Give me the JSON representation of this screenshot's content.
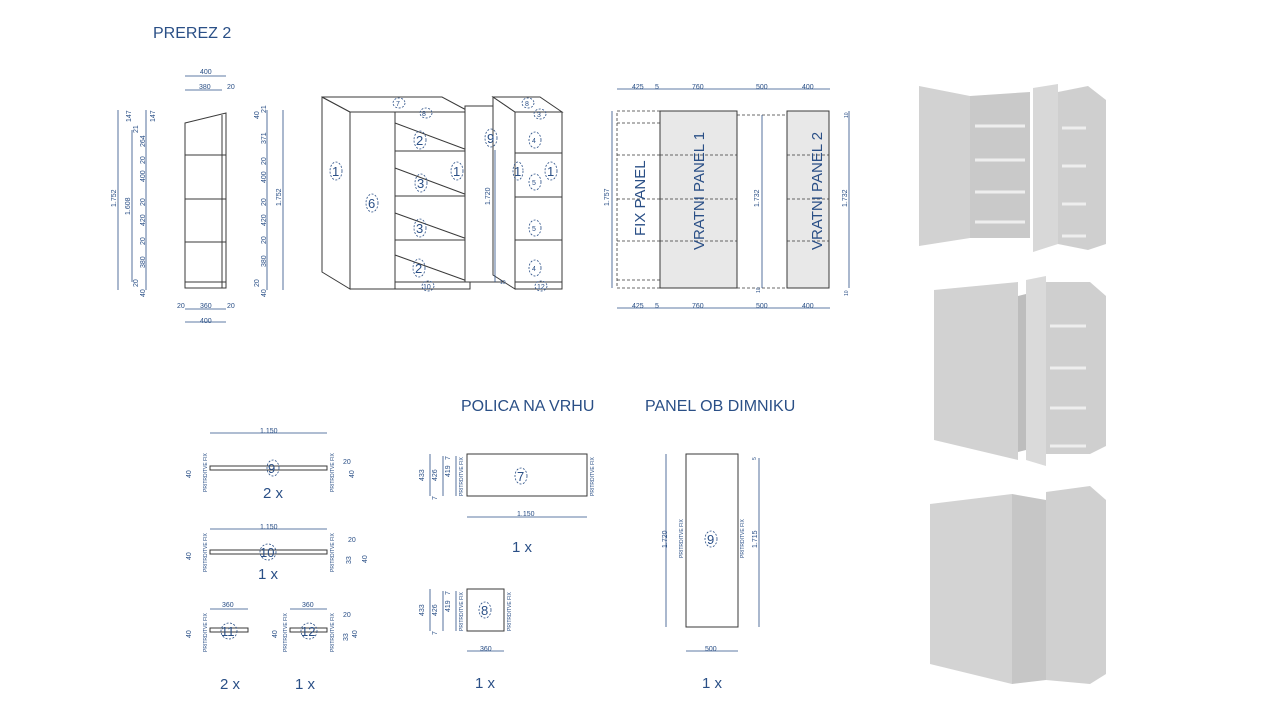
{
  "titles": {
    "prerez": "PREREZ 2",
    "polica": "POLICA NA VRHU",
    "panel_dimnik": "PANEL OB DIMNIKU"
  },
  "section": {
    "top_400": "400",
    "top_380": "380",
    "top_20": "20",
    "left_total": "1.752",
    "left_inner": "1.608",
    "left_147": "147",
    "left_21": "21",
    "left_264": "264",
    "left_20a": "20",
    "left_400": "400",
    "left_20b": "20",
    "left_420": "420",
    "left_20c": "20",
    "left_380": "380",
    "left_20d": "20",
    "left_40": "40",
    "right_40": "40",
    "right_21": "21",
    "right_371": "371",
    "right_20a": "20",
    "right_400": "400",
    "right_20b": "20",
    "right_420": "420",
    "right_20c": "20",
    "right_380": "380",
    "right_20d": "20",
    "right_40b": "40",
    "right_total": "1.752",
    "bot_20a": "20",
    "bot_360": "360",
    "bot_20b": "20",
    "bot_400": "400"
  },
  "iso": {
    "n1": "1",
    "n6": "6",
    "n7": "7",
    "n8": "8",
    "n9": "9",
    "n2": "2",
    "n3": "3",
    "n4": "4",
    "n5": "5",
    "n10": "10",
    "n12": "12",
    "h1720": "1.720",
    "d10": "10"
  },
  "front": {
    "t425": "425",
    "t5": "5",
    "t760": "760",
    "t500": "500",
    "t400": "400",
    "left_1757": "1.757",
    "mid_1732a": "1.732",
    "mid_1732b": "1.732",
    "r10a": "10",
    "r10b": "10",
    "m10": "10",
    "fix_panel": "FIX PANEL",
    "vratni1": "VRATNI PANEL 1",
    "vratni2": "VRATNI PANEL 2"
  },
  "parts": {
    "p9_len": "1.150",
    "p9_num": "9",
    "p9_qty": "2 x",
    "p10_len": "1.150",
    "p10_num": "10",
    "p10_qty": "1 x",
    "p11_len": "360",
    "p11_num": "11",
    "p11_qty": "2 x",
    "p12_len": "360",
    "p12_num": "12",
    "p12_qty": "1 x",
    "d40": "40",
    "d20": "20",
    "d33": "33",
    "fix": "PRITRDITVE FIX"
  },
  "polica": {
    "p7_433": "433",
    "p7_426": "426",
    "p7_419": "419",
    "p7_7a": "7",
    "p7_7b": "7",
    "p7_len": "1.150",
    "p7_num": "7",
    "p7_qty": "1 x",
    "p8_433": "433",
    "p8_426": "426",
    "p8_419": "419",
    "p8_len": "360",
    "p8_num": "8",
    "p8_qty": "1 x"
  },
  "dimnik": {
    "h1720": "1.720",
    "h1715": "1.715",
    "d5": "5",
    "w500": "500",
    "num": "9",
    "qty": "1 x"
  }
}
